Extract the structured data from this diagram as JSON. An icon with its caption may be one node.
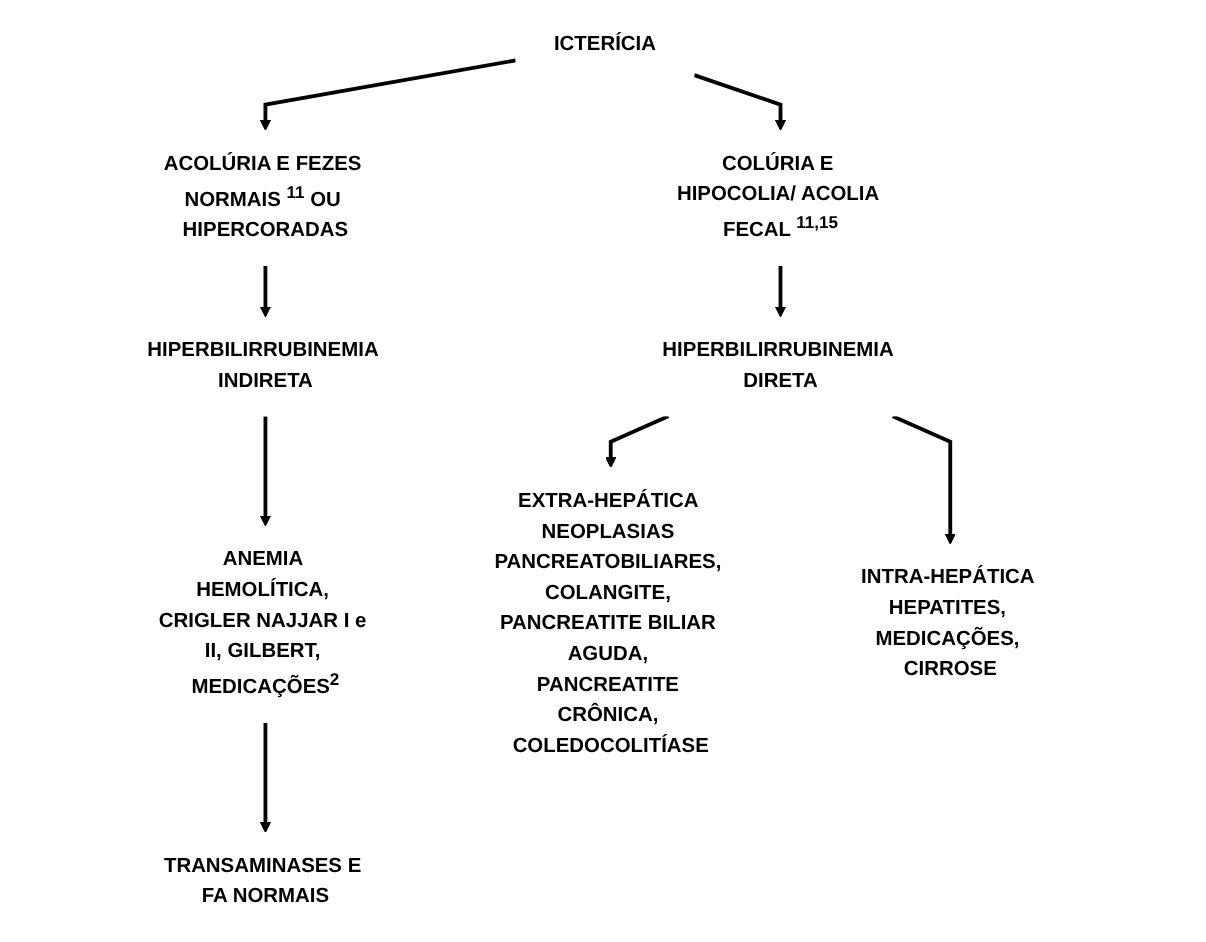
{
  "diagram": {
    "nodes": [
      {
        "text": [
          "ICTERÍCIA"
        ]
      },
      {
        "text": [
          "ACOLÚRIA E FEZES NORMAIS $^{11}$ OU HIPERCORADAS"
        ]
      },
      {
        "text": [
          "COLÚRIA E HIPOCOLIA/ ACOLIA FECAL $^{11,15}$"
        ]
      },
      {
        "text": [
          "HIPERBILIRRUBINEMIA INDIRETA"
        ]
      },
      {
        "text": [
          "HIPERBILIRRUBINEMIA DIRETA"
        ]
      },
      {
        "text": [
          "ANEMIA HEMOLÍTICA, CRIGLER NAJJAR I e II, GILBERT, MEDICAÇÕES$^{2}$"
        ]
      },
      {
        "text": [
          "EXTRA-HEPÁTICA NEOPLASIAS PANCREATOBILIARES, COLANGITE, PANCREATITE BILIAR AGUDA, PANCREATITE CRÔNICA, COLEDOCOLITÍASE"
        ]
      },
      {
        "text": [
          "INTRA-HEPÁTICA HEPATITES, MEDICAÇÕES, CIRROSE"
        ]
      },
      {
        "text": [
          "TRANSAMINASES E FA NORMAIS"
        ]
      }
    ],
    "edges": [
      {
        "from": 0,
        "to": 1,
        "arrow": "to"
      },
      {
        "from": 0,
        "to": 2,
        "arrow": "to"
      },
      {
        "from": 1,
        "to": 3,
        "arrow": "to"
      },
      {
        "from": 2,
        "to": 4,
        "arrow": "to"
      },
      {
        "from": 3,
        "to": 5,
        "arrow": "to"
      },
      {
        "from": 4,
        "to": 6,
        "arrow": "to"
      },
      {
        "from": 4,
        "to": 7,
        "arrow": "to"
      },
      {
        "from": 5,
        "to": 8,
        "arrow": "to"
      }
    ]
  }
}
